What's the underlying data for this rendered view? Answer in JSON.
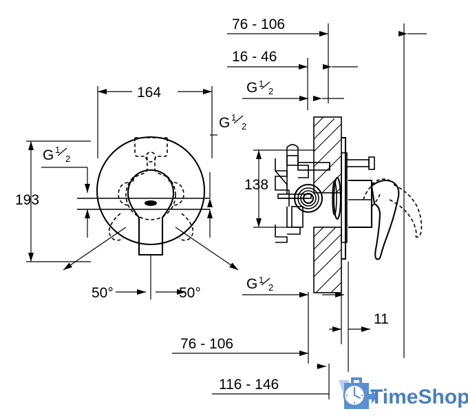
{
  "document": {
    "type": "technical-dimension-drawing",
    "subject": "concealed single-lever bath/shower mixer"
  },
  "dimensions": {
    "front_width": "164",
    "front_height": "193",
    "angle_left": "50°",
    "angle_right": "50°",
    "section_height": "138",
    "top_depth": "76 - 106",
    "upper_depth": "16 - 46",
    "lower_depth": "76 - 106",
    "overall_depth": "116 - 146",
    "escutcheon_depth": "11"
  },
  "thread_labels": {
    "g_letter": "G",
    "numerator": "1",
    "denominator": "2",
    "front_left": "G ½",
    "front_right": "G ½",
    "section_top": "G ½",
    "section_bottom": "G ½"
  },
  "logo": {
    "name": "TimeShop",
    "word_time": "Time",
    "word_shop": "Shop",
    "text_color": "#4a7fc1",
    "case_color": "#5b8fd4",
    "case_light": "#b9d0ec",
    "clock_face": "#ffffff"
  },
  "colors": {
    "line": "#000000",
    "background": "#ffffff"
  }
}
